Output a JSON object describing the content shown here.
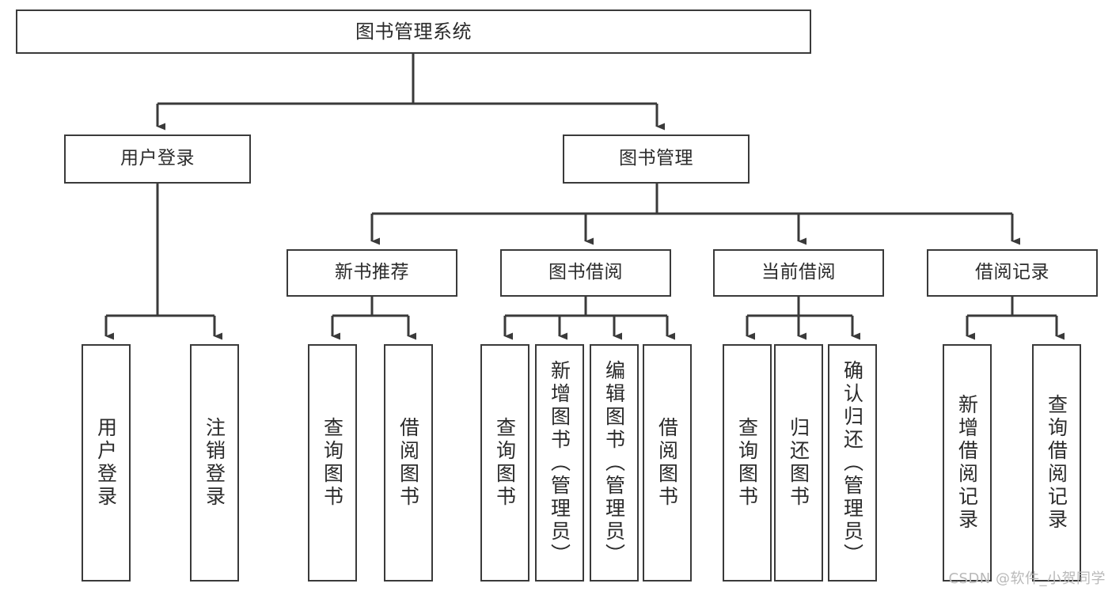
{
  "diagram": {
    "title": "图书管理系统",
    "type": "tree",
    "watermark": "CSDN @软件_小贺同学",
    "colors": {
      "stroke": "#3a3a3a",
      "text": "#2b2b2b",
      "background": "#ffffff",
      "watermark": "#b9b9b9"
    },
    "nodes": {
      "root": {
        "label": "图书管理系统"
      },
      "level1": [
        {
          "label": "用户登录"
        },
        {
          "label": "图书管理"
        }
      ],
      "level2": [
        {
          "label": "新书推荐"
        },
        {
          "label": "图书借阅"
        },
        {
          "label": "当前借阅"
        },
        {
          "label": "借阅记录"
        }
      ],
      "leaves": {
        "user_login": [
          {
            "label": "用户登录"
          },
          {
            "label": "注销登录"
          }
        ],
        "new_book": [
          {
            "label": "查询图书"
          },
          {
            "label": "借阅图书"
          }
        ],
        "book_borrow": [
          {
            "label": "查询图书"
          },
          {
            "label": "新增图书（管理员）"
          },
          {
            "label": "编辑图书（管理员）"
          },
          {
            "label": "借阅图书"
          }
        ],
        "current_borrow": [
          {
            "label": "查询图书"
          },
          {
            "label": "归还图书"
          },
          {
            "label": "确认归还（管理员）"
          }
        ],
        "borrow_record": [
          {
            "label": "新增借阅记录"
          },
          {
            "label": "查询借阅记录"
          }
        ]
      }
    }
  }
}
